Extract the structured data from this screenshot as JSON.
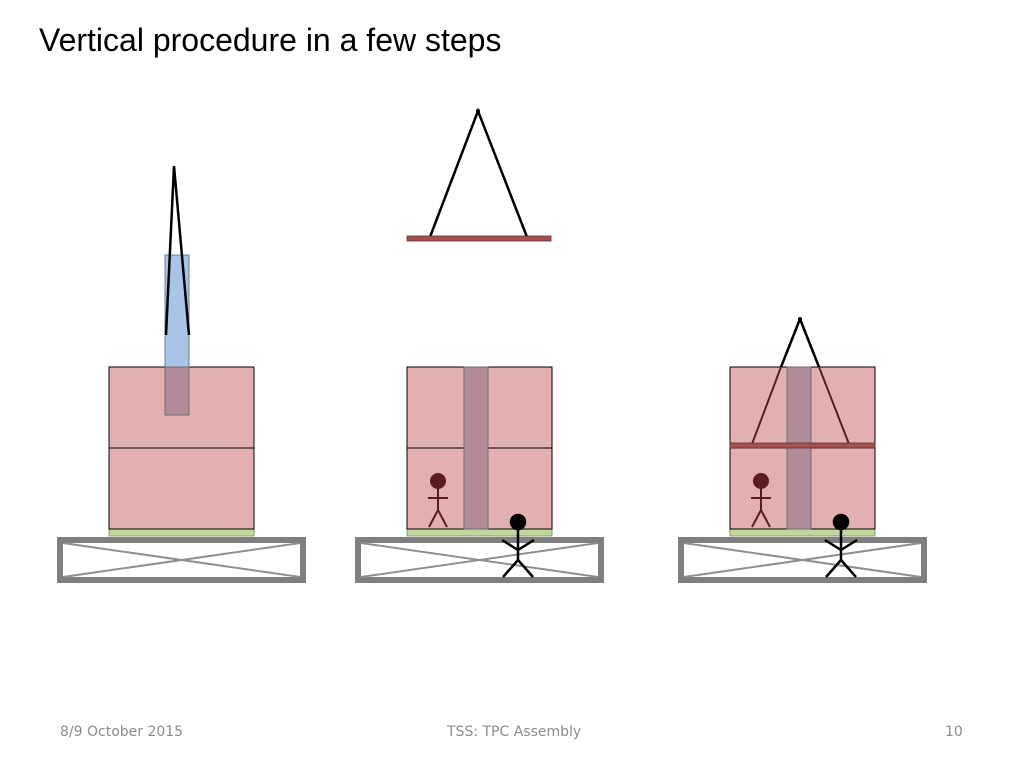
{
  "slide": {
    "title": "Vertical procedure in a few steps",
    "footer": {
      "date": "8/9 October 2015",
      "center": "TSS: TPC Assembly",
      "page_number": "10"
    }
  },
  "colors": {
    "volume": "#e3b0b2",
    "central_tube": "#b28b99",
    "lifting_pole": "#a8c4e6",
    "lifting_beam": "#a35050",
    "base_plate": "#c3d69b",
    "frame": "#7f7f7f",
    "operator_near": "#000000",
    "operator_far": "#5a1e1e",
    "sling": "#000000",
    "sling_inner": "#5a1e1e"
  },
  "icons": [
    "stick-figure-icon",
    "crane-sling-icon",
    "support-frame-icon"
  ]
}
